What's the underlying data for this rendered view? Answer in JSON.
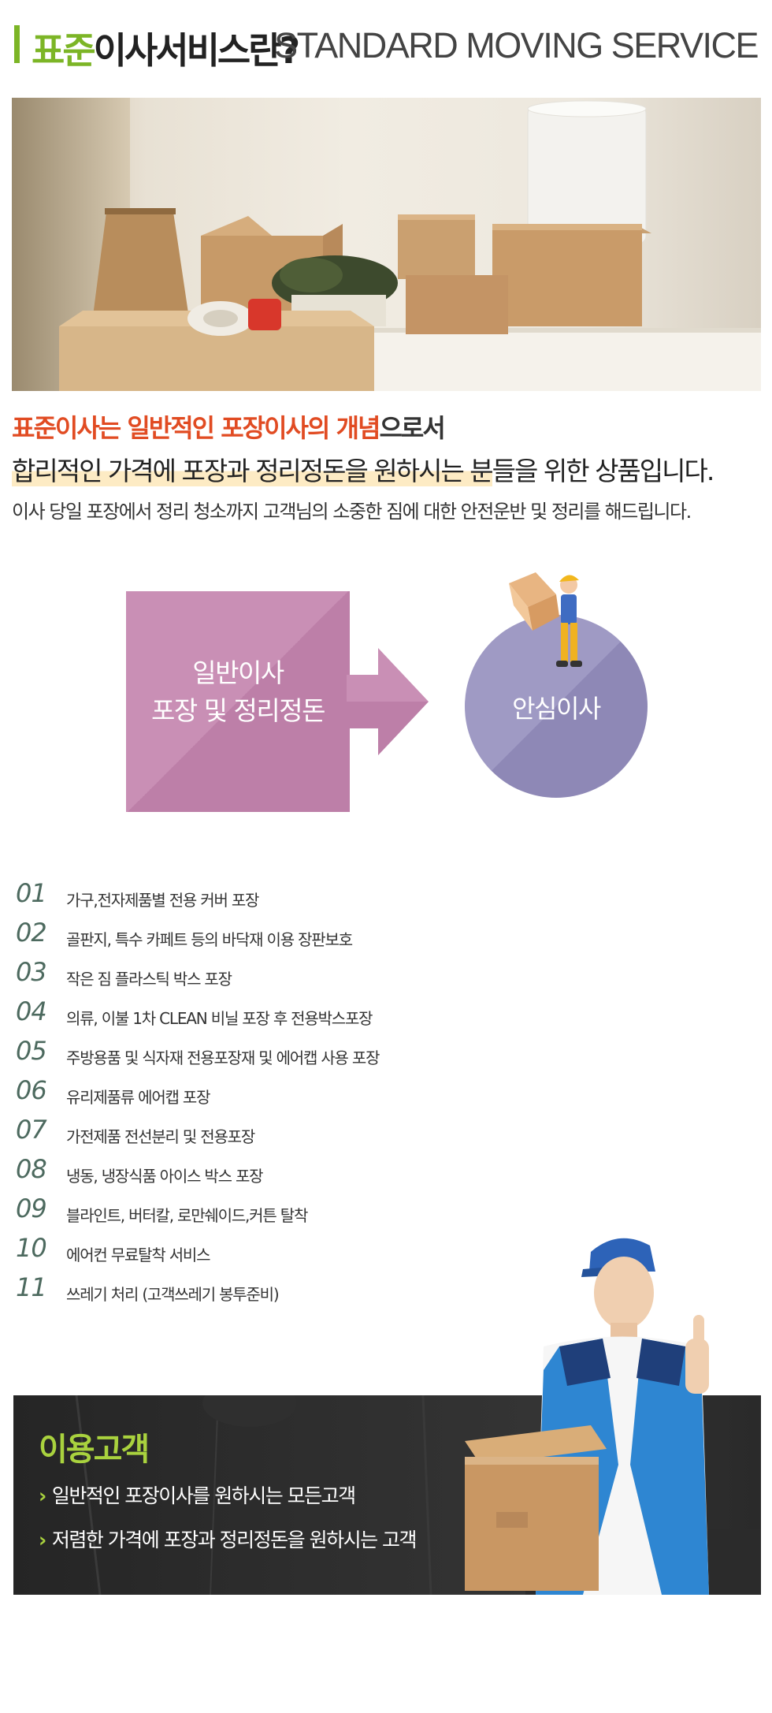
{
  "header": {
    "title_accent": "표준",
    "title_rest": "이사서비스란?",
    "english": "STANDARD MOVING SERVICE"
  },
  "intro": {
    "line1_red": "표준이사는 일반적인 포장이사의 개념",
    "line1_rest": "으로서",
    "line2_highlight": "합리적인 가격에 포장과 정리정돈을 원하시는 분",
    "line2_rest": "들을 위한 상품입니다.",
    "line3": "이사 당일 포장에서 정리 청소까지 고객님의 소중한 짐에 대한 안전운반 및 정리를 해드립니다."
  },
  "diagram": {
    "box_line1": "일반이사",
    "box_line2": "포장 및 정리정돈",
    "circle": "안심이사",
    "colors": {
      "box": "#c98fb5",
      "arrow": "#c98fb5",
      "circle": "#9f9ac4"
    }
  },
  "list": [
    {
      "num": "01",
      "text": "가구,전자제품별 전용 커버 포장"
    },
    {
      "num": "02",
      "text": "골판지, 특수 카페트 등의 바닥재 이용 장판보호"
    },
    {
      "num": "03",
      "text": "작은 짐 플라스틱 박스 포장"
    },
    {
      "num": "04",
      "text": "의류, 이불 1차 CLEAN 비닐 포장 후 전용박스포장"
    },
    {
      "num": "05",
      "text": "주방용품 및 식자재 전용포장재 및 에어캡 사용 포장"
    },
    {
      "num": "06",
      "text": "유리제품류 에어캡 포장"
    },
    {
      "num": "07",
      "text": "가전제품 전선분리 및 전용포장"
    },
    {
      "num": "08",
      "text": "냉동, 냉장식품 아이스 박스 포장"
    },
    {
      "num": "09",
      "text": "블라인트, 버터칼, 로만쉐이드,커튼 탈착"
    },
    {
      "num": "10",
      "text": "에어컨 무료탈착 서비스"
    },
    {
      "num": "11",
      "text": "쓰레기 처리 (고객쓰레기 봉투준비)"
    }
  ],
  "customers": {
    "title": "이용고객",
    "items": [
      "일반적인 포장이사를 원하시는 모든고객",
      "저렴한 가격에 포장과 정리정돈을 원하시는 고객"
    ],
    "chevron": "›"
  },
  "colors": {
    "accent_green": "#7cb526",
    "accent_red": "#e14b22"
  }
}
